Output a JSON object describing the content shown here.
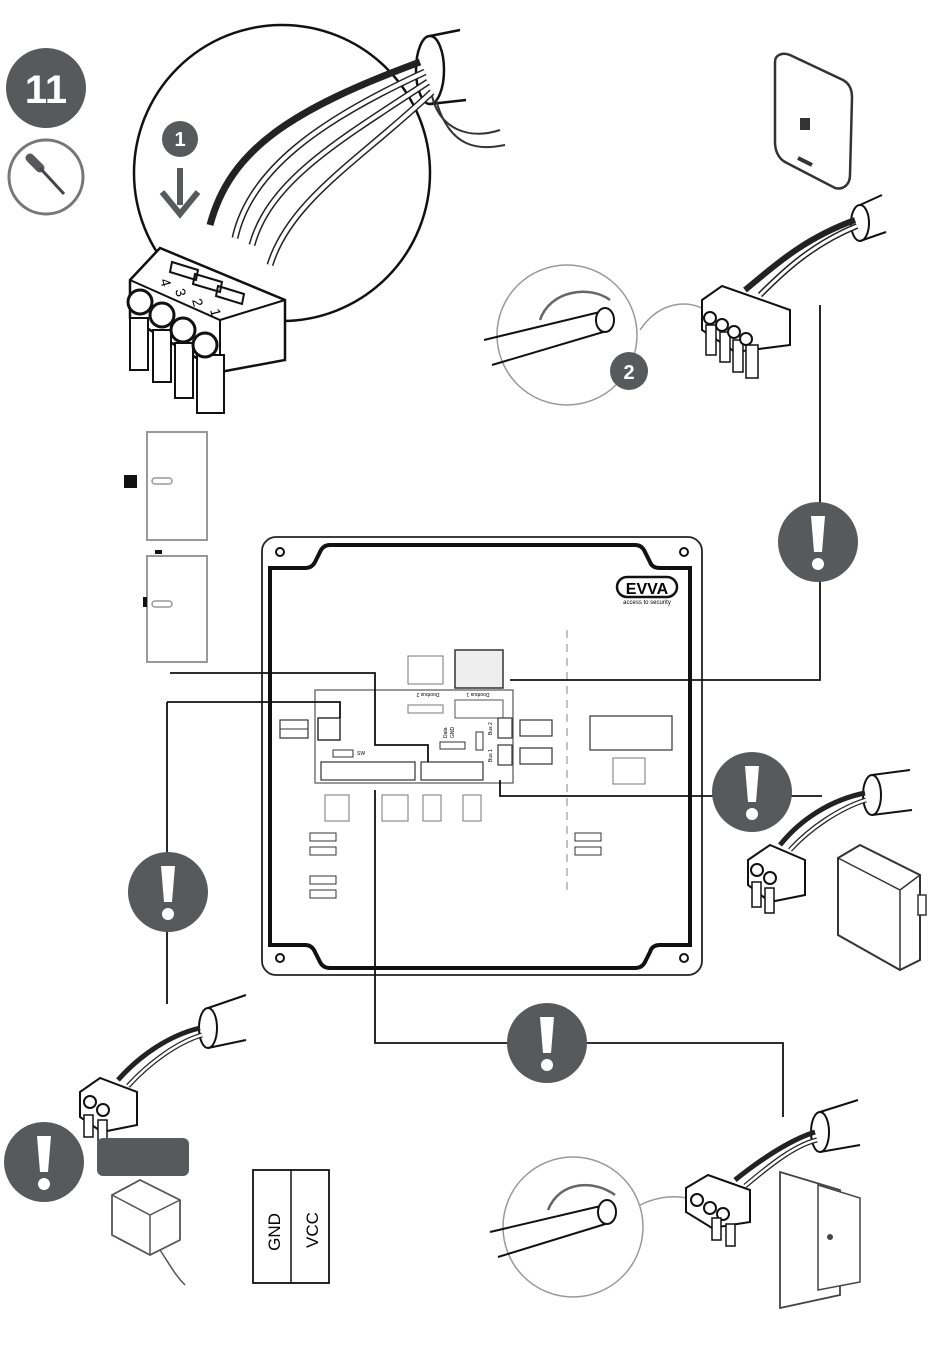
{
  "step": {
    "number": "11"
  },
  "callouts": {
    "first": "1",
    "second": "2"
  },
  "terminal": {
    "numbers": [
      "1",
      "2",
      "3",
      "4"
    ]
  },
  "brand": {
    "name": "EVVA",
    "tagline": "access to security"
  },
  "board": {
    "labels": {
      "dbus1": "Doorbus 1",
      "dbus2": "Doorbus 2",
      "data": "Data",
      "gnd": "GND",
      "rs485_1": "Bus 1",
      "rs485_2": "Bus 2",
      "sw": "SW"
    }
  },
  "power": {
    "gnd": "GND",
    "vcc": "VCC"
  },
  "icons": {
    "warning": "exclamation-icon",
    "tool": "screwdriver-icon",
    "rotate": "rotate-arrow-icon"
  },
  "colors": {
    "badge": "#58595b",
    "line": "#1a1a1a"
  }
}
